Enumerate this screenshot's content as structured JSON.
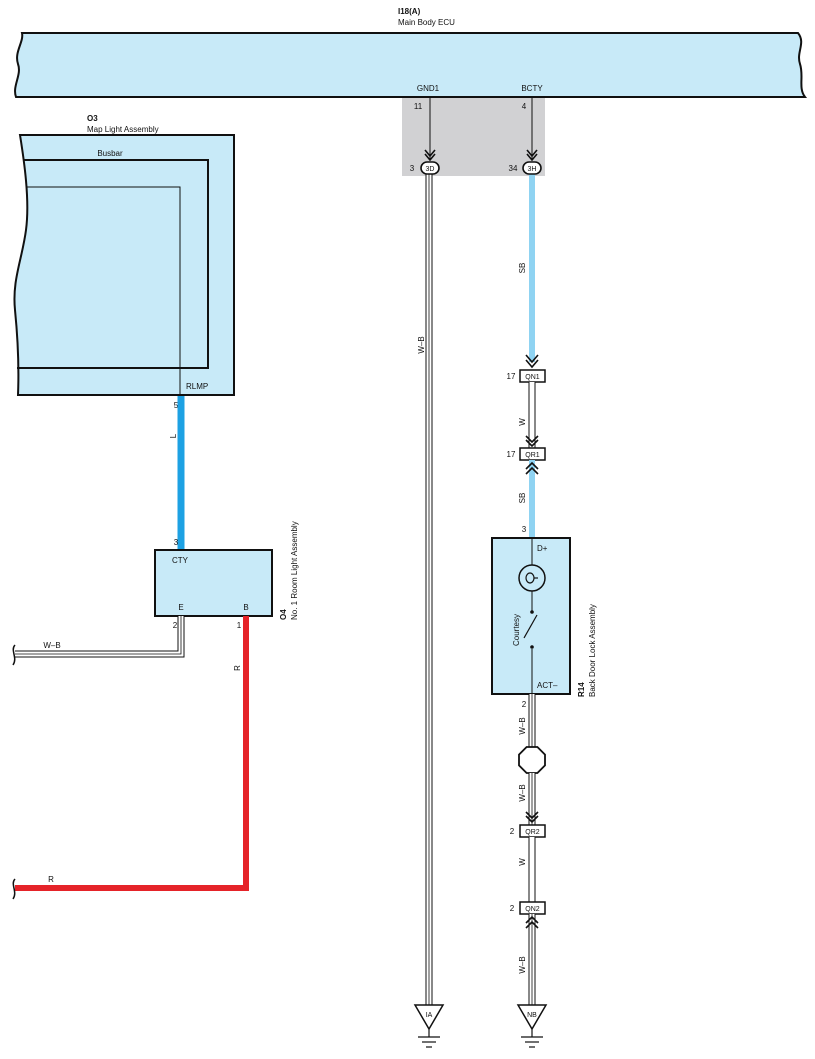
{
  "ecu": {
    "code": "I18(A)",
    "name": "Main Body ECU",
    "terminals": [
      {
        "name": "GND1",
        "pin": "11"
      },
      {
        "name": "BCTY",
        "pin": "4"
      }
    ]
  },
  "junction_block": {
    "connectors": [
      {
        "code": "3D",
        "pin": "3"
      },
      {
        "code": "3H",
        "pin": "34"
      }
    ]
  },
  "map_light": {
    "code": "O3",
    "name": "Map Light Assembly",
    "busbar_label": "Busbar",
    "terminal": "RLMP",
    "pin": "5"
  },
  "room_light": {
    "code": "O4",
    "name": "No. 1 Room Light Assembly",
    "terminals": {
      "cty": {
        "name": "CTY",
        "pin": "3"
      },
      "e": {
        "name": "E",
        "pin": "2"
      },
      "b": {
        "name": "B",
        "pin": "1"
      }
    }
  },
  "back_door_lock": {
    "code": "R14",
    "name": "Back Door Lock Assembly",
    "switch_label": "Courtesy",
    "terminals": {
      "plus": {
        "name": "D+",
        "pin": "3"
      },
      "minus": {
        "name": "ACT–",
        "pin": "2"
      }
    }
  },
  "inline_connectors": [
    {
      "code": "QN1",
      "pin": "17"
    },
    {
      "code": "QR1",
      "pin": "17"
    },
    {
      "code": "QR2",
      "pin": "2"
    },
    {
      "code": "QN2",
      "pin": "2"
    }
  ],
  "wires": [
    {
      "label": "W–B"
    },
    {
      "label": "SB"
    },
    {
      "label": "W"
    },
    {
      "label": "SB"
    },
    {
      "label": "W–B"
    },
    {
      "label": "W–B"
    },
    {
      "label": "W"
    },
    {
      "label": "W–B"
    },
    {
      "label": "L"
    },
    {
      "label": "W–B"
    },
    {
      "label": "R"
    },
    {
      "label": "R"
    }
  ],
  "grounds": [
    {
      "code": "IA"
    },
    {
      "code": "NB"
    }
  ],
  "colors": {
    "component_fill": "#c8eaf8",
    "junction_fill": "#d1d1d3",
    "sb_wire": "#8fd3f2",
    "l_wire": "#1da1e3",
    "r_wire": "#e52329"
  }
}
